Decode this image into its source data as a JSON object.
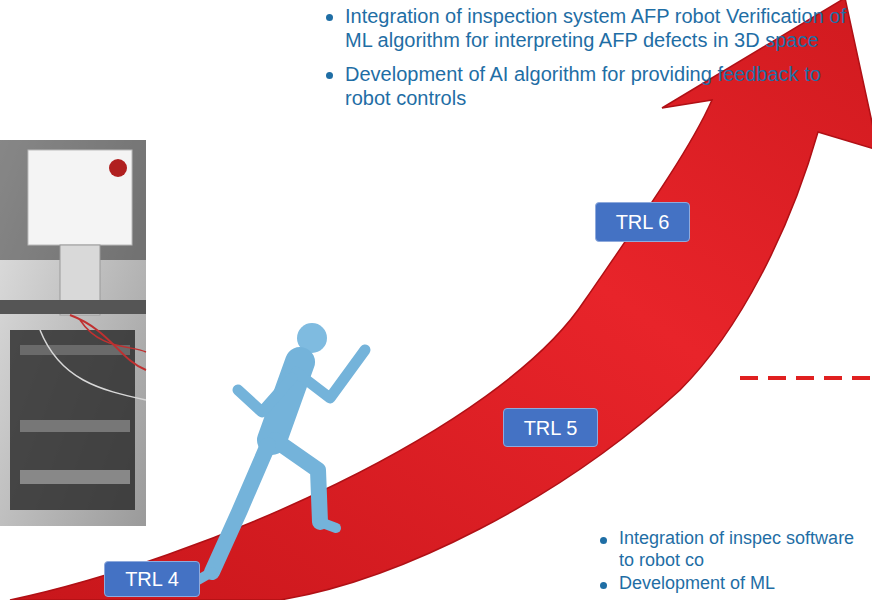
{
  "diagram": {
    "nodes": [
      {
        "text": [
          "TRL 4"
        ]
      },
      {
        "text": [
          "TRL 5"
        ]
      },
      {
        "text": [
          "TRL 6"
        ]
      }
    ],
    "labels": [
      "Integration of inspection system AFP robot Verification of ML algorithm for interpreting AFP defects in 3D space",
      "Development of AI algorithm for providing feedback to robot controls",
      "Integration of inspec software to robot co",
      "Development of ML"
    ]
  }
}
